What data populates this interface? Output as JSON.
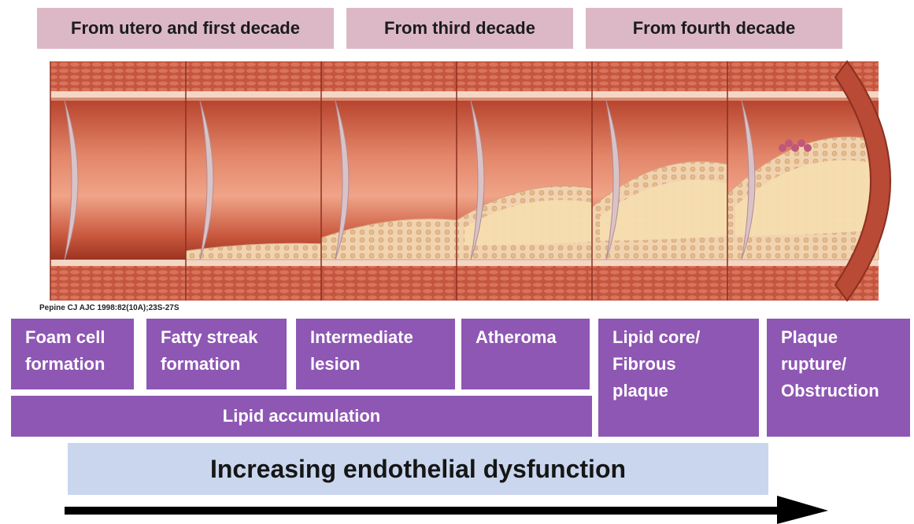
{
  "decades": [
    {
      "label": "From utero and first decade"
    },
    {
      "label": "From third decade"
    },
    {
      "label": "From fourth decade"
    }
  ],
  "citation": "Pepine CJ AJC 1998:82(10A);23S-27S",
  "stages": [
    {
      "label": "Foam cell\nformation"
    },
    {
      "label": "Fatty streak\nformation"
    },
    {
      "label": "Intermediate\nlesion"
    },
    {
      "label": "Atheroma"
    },
    {
      "label": "Lipid core/\nFibrous\nplaque"
    },
    {
      "label": "Plaque\nrupture/\nObstruction"
    }
  ],
  "lipid_accumulation": "Lipid accumulation",
  "endothelial": "Increasing endothelial dysfunction",
  "colors": {
    "decade_bg": "#dcb8c6",
    "stage_bg": "#8e57b3",
    "dysfunction_bg": "#c9d6ee",
    "arrow": "#000000"
  },
  "illustration": {
    "segment_count": 6,
    "plaque_level_by_segment": [
      0,
      0.1,
      0.25,
      0.45,
      0.6,
      0.75
    ]
  }
}
